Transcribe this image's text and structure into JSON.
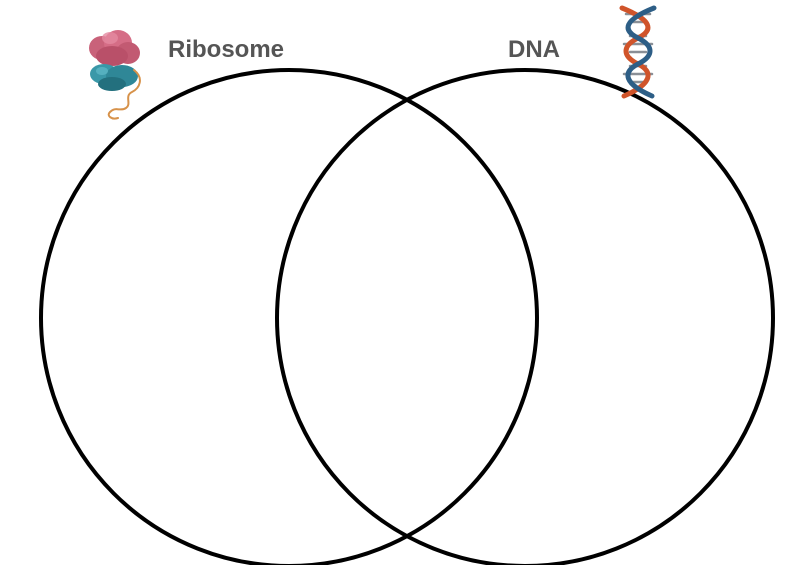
{
  "diagram": {
    "type": "venn",
    "left_set": {
      "label": "Ribosome",
      "icon": "ribosome-icon"
    },
    "right_set": {
      "label": "DNA",
      "icon": "dna-double-helix-icon"
    },
    "circle_stroke_color": "#000000",
    "label_color": "#555555"
  }
}
